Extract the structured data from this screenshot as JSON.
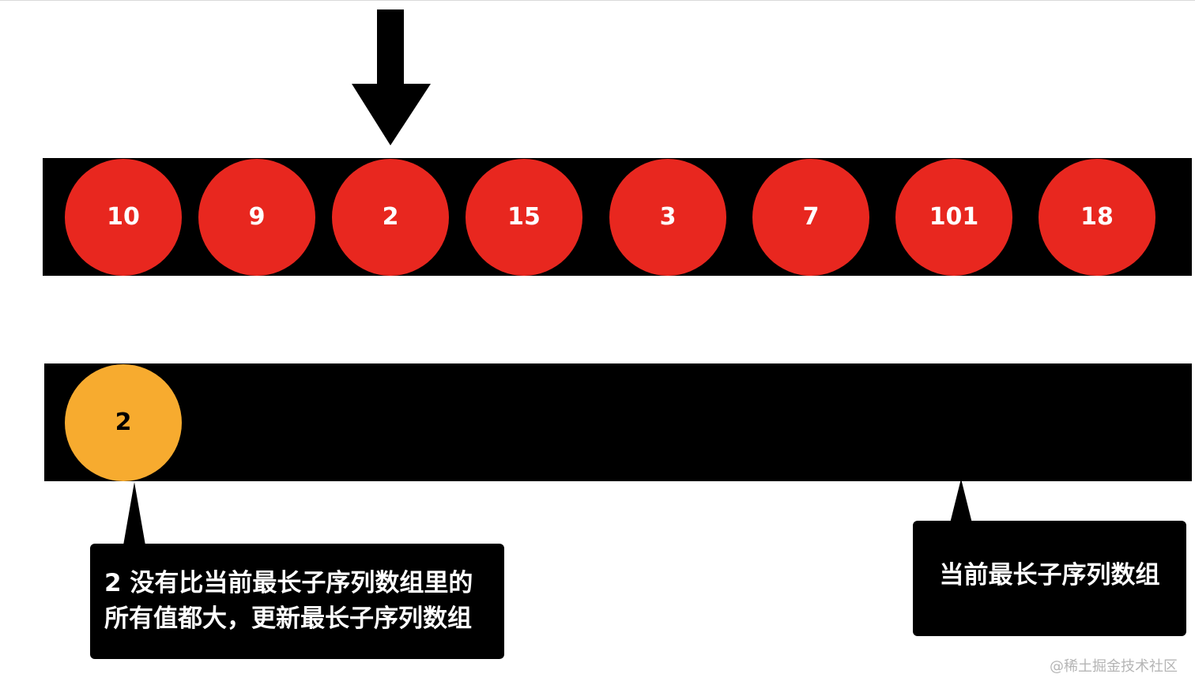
{
  "input_array": {
    "values": [
      "10",
      "9",
      "2",
      "15",
      "3",
      "7",
      "101",
      "18"
    ],
    "pointer_index": 2,
    "circle_color": "#e8271f"
  },
  "lis_array": {
    "values": [
      "2"
    ],
    "circle_color": "#f7ab2f"
  },
  "callouts": {
    "new_element": "2 没有比当前最长子序列数组里的所有值都大，更新最长子序列数组",
    "current_lis": "当前最长子序列数组"
  },
  "watermark": "@稀土掘金技术社区",
  "colors": {
    "band": "#000000",
    "red": "#e8271f",
    "orange": "#f7ab2f"
  },
  "icons": {
    "pointer": "down-arrow-icon"
  }
}
